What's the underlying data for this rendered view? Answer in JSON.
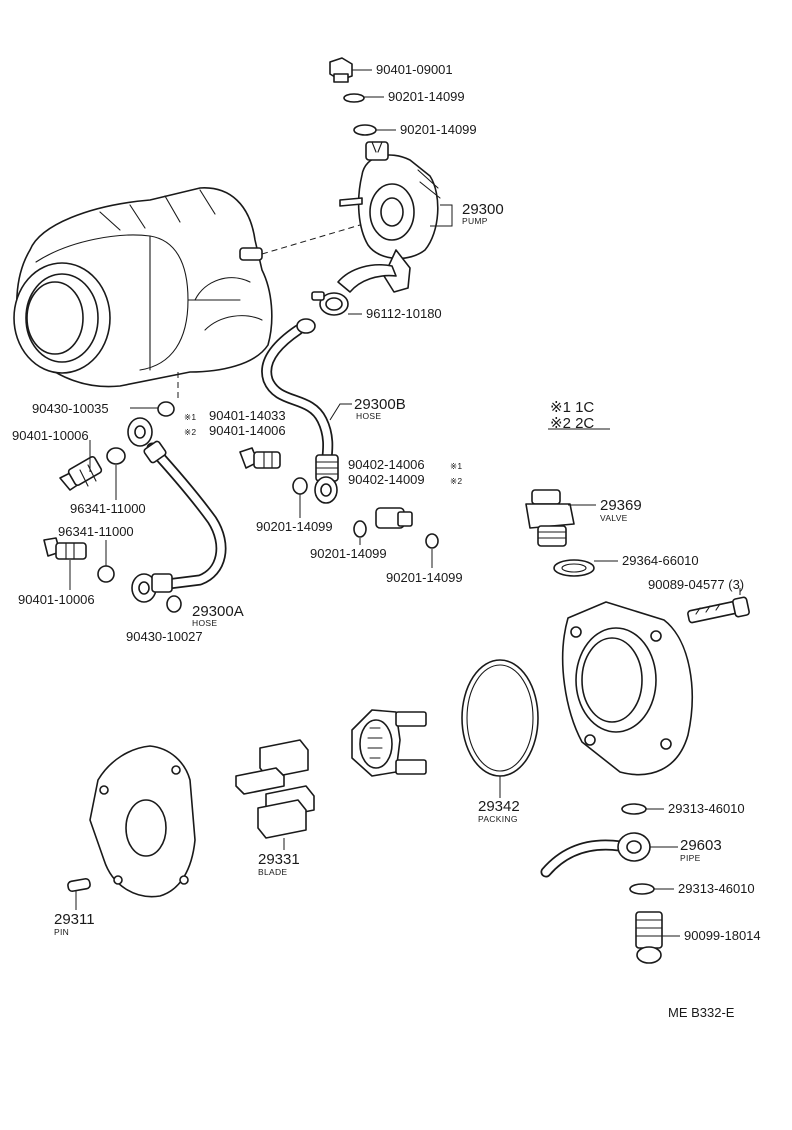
{
  "legend": {
    "line1": "※1 1C",
    "line2": "※2 2C"
  },
  "drawing_code": "ME B332-E",
  "callouts": [
    {
      "id": "c1",
      "part": "90401-09001"
    },
    {
      "id": "c2",
      "part": "90201-14099"
    },
    {
      "id": "c3",
      "part": "90201-14099"
    },
    {
      "id": "c4",
      "part": "29300",
      "name": "PUMP"
    },
    {
      "id": "c5",
      "part": "96112-10180"
    },
    {
      "id": "c6",
      "part": "29300B",
      "name": "HOSE"
    },
    {
      "id": "c7",
      "part": "90430-10035"
    },
    {
      "id": "c8",
      "part": "90401-14033",
      "marker": "※1"
    },
    {
      "id": "c9",
      "part": "90401-14006",
      "marker": "※2"
    },
    {
      "id": "c10",
      "part": "90401-10006"
    },
    {
      "id": "c11",
      "part": "90402-14006",
      "marker": "※1"
    },
    {
      "id": "c12",
      "part": "90402-14009",
      "marker": "※2"
    },
    {
      "id": "c13",
      "part": "96341-11000"
    },
    {
      "id": "c14",
      "part": "96341-11000"
    },
    {
      "id": "c15",
      "part": "90201-14099"
    },
    {
      "id": "c16",
      "part": "90201-14099"
    },
    {
      "id": "c17",
      "part": "90201-14099"
    },
    {
      "id": "c18",
      "part": "90401-10006"
    },
    {
      "id": "c19",
      "part": "29300A",
      "name": "HOSE"
    },
    {
      "id": "c20",
      "part": "90430-10027"
    },
    {
      "id": "c21",
      "part": "29369",
      "name": "VALVE"
    },
    {
      "id": "c22",
      "part": "29364-66010"
    },
    {
      "id": "c23",
      "part": "90089-04577 (3)"
    },
    {
      "id": "c24",
      "part": "29342",
      "name": "PACKING"
    },
    {
      "id": "c25",
      "part": "29313-46010"
    },
    {
      "id": "c26",
      "part": "29603",
      "name": "PIPE"
    },
    {
      "id": "c27",
      "part": "29313-46010"
    },
    {
      "id": "c28",
      "part": "90099-18014"
    },
    {
      "id": "c29",
      "part": "29331",
      "name": "BLADE"
    },
    {
      "id": "c30",
      "part": "29311",
      "name": "PIN"
    }
  ]
}
